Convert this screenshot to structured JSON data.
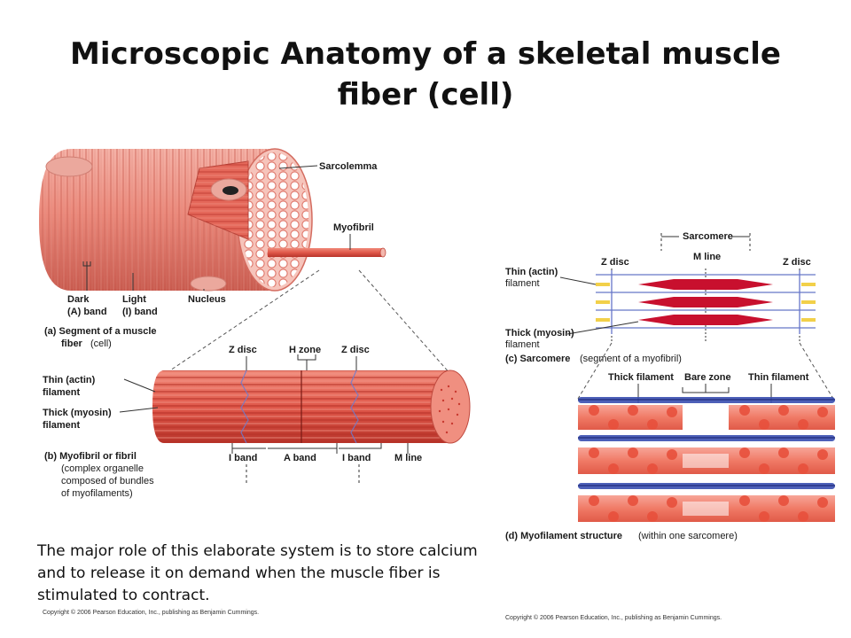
{
  "slide": {
    "title": "Microscopic Anatomy of a skeletal muscle fiber (cell)",
    "body_text": "The major role of this elaborate system is to store calcium and to release it on demand when the muscle fiber is stimulated to contract."
  },
  "left_figure": {
    "labels": {
      "sarcolemma": "Sarcolemma",
      "myofibril": "Myofibril",
      "dark_band_1": "Dark",
      "dark_band_2": "(A) band",
      "light_band_1": "Light",
      "light_band_2": "(I) band",
      "nucleus": "Nucleus",
      "caption_a_1": "(a) Segment of a muscle",
      "caption_a_2": "fiber",
      "caption_a_3": "(cell)",
      "z_disc_left": "Z disc",
      "h_zone": "H zone",
      "z_disc_right": "Z disc",
      "thin_1": "Thin (actin)",
      "thin_2": "filament",
      "thick_1": "Thick (myosin)",
      "thick_2": "filament",
      "i_band_left": "I band",
      "a_band": "A band",
      "i_band_right": "I band",
      "m_line": "M line",
      "caption_b_1": "(b) Myofibril or fibril",
      "caption_b_2": "(complex organelle",
      "caption_b_3": "composed of bundles",
      "caption_b_4": "of myofilaments)"
    },
    "copyright": "Copyright © 2006 Pearson Education, Inc., publishing as Benjamin Cummings."
  },
  "right_figure": {
    "labels": {
      "sarcomere": "Sarcomere",
      "z_disc_left": "Z disc",
      "m_line": "M line",
      "z_disc_right": "Z disc",
      "thin_1": "Thin (actin)",
      "thin_2": "filament",
      "thick_1": "Thick (myosin)",
      "thick_2": "filament",
      "caption_c_1": "(c) Sarcomere",
      "caption_c_2": "(segment of a myofibril)",
      "thick_filament": "Thick filament",
      "bare_zone": "Bare zone",
      "thin_filament": "Thin filament",
      "caption_d_1": "(d) Myofilament structure",
      "caption_d_2": "(within one sarcomere)"
    },
    "copyright": "Copyright © 2006 Pearson Education, Inc., publishing as Benjamin Cummings."
  },
  "colors": {
    "muscle": "#e8776b",
    "muscle_dark": "#c9473f",
    "myosin_red": "#c8102e",
    "actin_blue": "#3a4fb0",
    "text": "#111111"
  }
}
